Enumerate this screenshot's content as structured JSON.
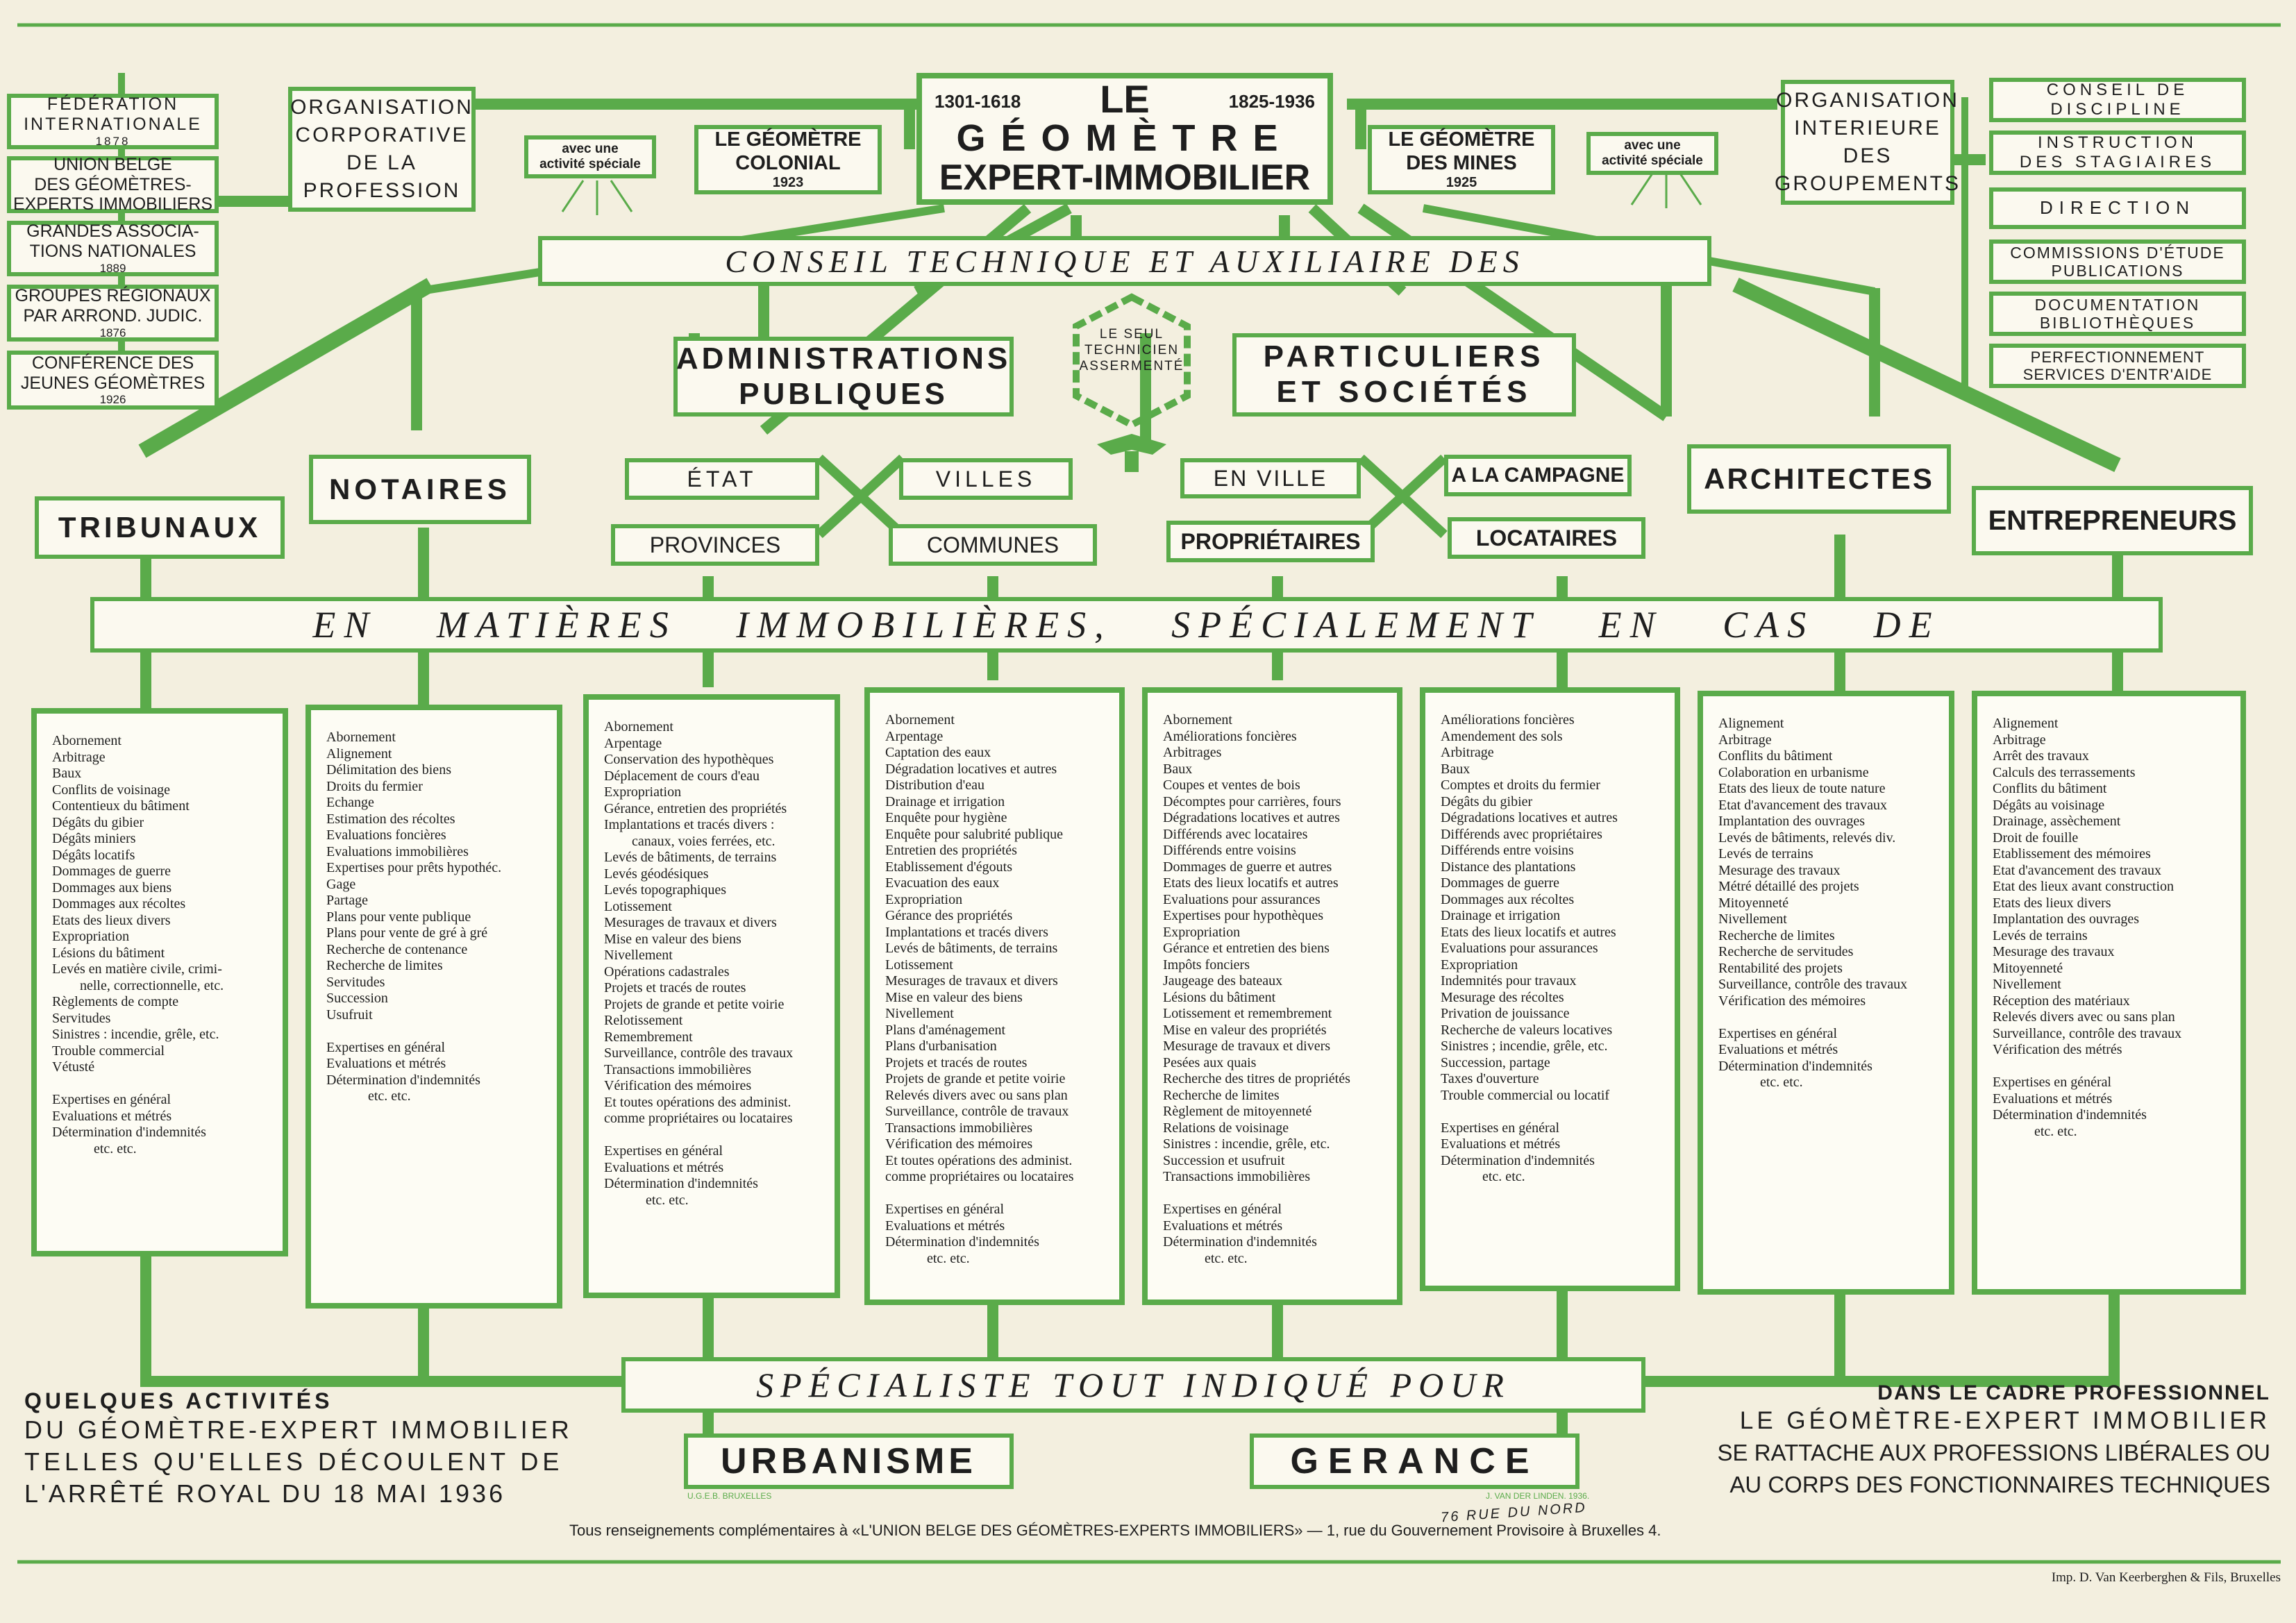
{
  "header": {
    "date_left": "1301-1618",
    "date_right": "1825-1936",
    "title_1": "LE",
    "title_2": "GÉOMÈTRE",
    "title_3": "EXPERT-IMMOBILIER"
  },
  "colonial": {
    "line1": "LE GÉOMÈTRE",
    "line2": "COLONIAL",
    "year": "1923"
  },
  "mines": {
    "line1": "LE GÉOMÈTRE",
    "line2": "DES MINES",
    "year": "1925"
  },
  "activite": {
    "line1": "avec une",
    "line2": "activité spéciale"
  },
  "left_org": [
    "ORGANISATION",
    "CORPORATIVE",
    "DE LA",
    "PROFESSION"
  ],
  "right_org": [
    "ORGANISATION",
    "INTERIEURE",
    "DES",
    "GROUPEMENTS"
  ],
  "left_boxes": [
    {
      "l1": "FÉDÉRATION",
      "l2": "INTERNATIONALE",
      "year": "1878"
    },
    {
      "l1": "UNION BELGE",
      "l2": "DES GÉOMÈTRES-",
      "l3": "EXPERTS IMMOBILIERS"
    },
    {
      "l1": "GRANDES ASSOCIA-",
      "l2": "TIONS NATIONALES",
      "year": "1889"
    },
    {
      "l1": "GROUPES RÉGIONAUX",
      "l2": "PAR ARROND. JUDIC.",
      "year": "1876"
    },
    {
      "l1": "CONFÉRENCE DES",
      "l2": "JEUNES GÉOMÈTRES",
      "year": "1926"
    }
  ],
  "right_boxes": [
    {
      "l1": "CONSEIL DE",
      "l2": "DISCIPLINE"
    },
    {
      "l1": "INSTRUCTION",
      "l2": "DES STAGIAIRES"
    },
    {
      "l1": "DIRECTION"
    },
    {
      "l1": "COMMISSIONS D'ÉTUDE",
      "l2": "PUBLICATIONS"
    },
    {
      "l1": "DOCUMENTATION",
      "l2": "BIBLIOTHÈQUES"
    },
    {
      "l1": "PERFECTIONNEMENT",
      "l2": "SERVICES D'ENTR'AIDE"
    }
  ],
  "conseil": "CONSEIL TECHNIQUE ET AUXILIAIRE DES",
  "emblem": {
    "l1": "LE SEUL",
    "l2": "TECHNICIEN",
    "l3": "ASSERMENTÉ"
  },
  "admin": {
    "l1": "ADMINISTRATIONS",
    "l2": "PUBLIQUES"
  },
  "partic": {
    "l1": "PARTICULIERS",
    "l2": "ET SOCIÉTÉS"
  },
  "etat": "ÉTAT",
  "villes": "VILLES",
  "provinces": "PROVINCES",
  "communes": "COMMUNES",
  "en_ville": "EN VILLE",
  "campagne": "A LA CAMPAGNE",
  "proprietaires": "PROPRIÉTAIRES",
  "locataires": "LOCATAIRES",
  "categories": {
    "tribunaux": "TRIBUNAUX",
    "notaires": "NOTAIRES",
    "architectes": "ARCHITECTES",
    "entrepreneurs": "ENTREPRENEURS"
  },
  "matieres": "EN MATIÈRES IMMOBILIÈRES, SPÉCIALEMENT EN CAS DE",
  "columns": [
    [
      "Abornement",
      "Arbitrage",
      "Baux",
      "Conflits de voisinage",
      "Contentieux du bâtiment",
      "Dégâts du gibier",
      "Dégâts miniers",
      "Dégâts locatifs",
      "Dommages de guerre",
      "Dommages aux biens",
      "Dommages aux récoltes",
      "Etats des lieux divers",
      "Expropriation",
      "Lésions du bâtiment",
      "Levés en matière civile, crimi-",
      "nelle, correctionnelle, etc.",
      "Règlements de compte",
      "Servitudes",
      "Sinistres : incendie, grêle, etc.",
      "Trouble commercial",
      "Vétusté",
      "",
      "Expertises en général",
      "Evaluations et métrés",
      "Détermination d'indemnités",
      "etc.   etc."
    ],
    [
      "Abornement",
      "Alignement",
      "Délimitation des biens",
      "Droits du fermier",
      "Echange",
      "Estimation des récoltes",
      "Evaluations foncières",
      "Evaluations immobilières",
      "Expertises pour prêts hypothéc.",
      "Gage",
      "Partage",
      "Plans pour vente publique",
      "Plans pour vente de gré à gré",
      "Recherche de contenance",
      "Recherche de limites",
      "Servitudes",
      "Succession",
      "Usufruit",
      "",
      "Expertises en général",
      "Evaluations et métrés",
      "Détermination d'indemnités",
      "etc.   etc."
    ],
    [
      "Abornement",
      "Arpentage",
      "Conservation des hypothèques",
      "Déplacement de cours d'eau",
      "Expropriation",
      "Gérance, entretien des propriétés",
      "Implantations et tracés divers :",
      "canaux, voies ferrées, etc.",
      "Levés de bâtiments, de terrains",
      "Levés géodésiques",
      "Levés topographiques",
      "Lotissement",
      "Mesurages de travaux et divers",
      "Mise en valeur des biens",
      "Nivellement",
      "Opérations cadastrales",
      "Projets et tracés de routes",
      "Projets de grande et petite voirie",
      "Relotissement",
      "Remembrement",
      "Surveillance, contrôle des travaux",
      "Transactions immobilières",
      "Vérification des mémoires",
      "Et toutes opérations des administ.",
      "comme propriétaires ou locataires",
      "",
      "Expertises en général",
      "Evaluations et métrés",
      "Détermination d'indemnités",
      "etc.   etc."
    ],
    [
      "Abornement",
      "Arpentage",
      "Captation des eaux",
      "Dégradation locatives et autres",
      "Distribution d'eau",
      "Drainage et irrigation",
      "Enquête pour hygiène",
      "Enquête pour salubrité publique",
      "Entretien des propriétés",
      "Etablissement d'égouts",
      "Evacuation des eaux",
      "Expropriation",
      "Gérance des propriétés",
      "Implantations et tracés divers",
      "Levés de bâtiments, de terrains",
      "Lotissement",
      "Mesurages de travaux et divers",
      "Mise en valeur des biens",
      "Nivellement",
      "Plans d'aménagement",
      "Plans d'urbanisation",
      "Projets et tracés de routes",
      "Projets de grande et petite voirie",
      "Relevés divers avec ou sans plan",
      "Surveillance, contrôle de travaux",
      "Transactions immobilières",
      "Vérification des mémoires",
      "Et toutes opérations des administ.",
      "comme propriétaires ou locataires",
      "",
      "Expertises en général",
      "Evaluations et métrés",
      "Détermination d'indemnités",
      "etc.   etc."
    ],
    [
      "Abornement",
      "Améliorations foncières",
      "Arbitrages",
      "Baux",
      "Coupes et ventes de bois",
      "Décomptes pour carrières, fours",
      "Dégradations locatives et autres",
      "Différends avec locataires",
      "Différends entre voisins",
      "Dommages de guerre et autres",
      "Etats des lieux locatifs et autres",
      "Evaluations pour assurances",
      "Expertises pour hypothèques",
      "Expropriation",
      "Gérance et entretien des biens",
      "Impôts fonciers",
      "Jaugeage des bateaux",
      "Lésions du bâtiment",
      "Lotissement et remembrement",
      "Mise en valeur des propriétés",
      "Mesurage de travaux et divers",
      "Pesées aux quais",
      "Recherche des titres de propriétés",
      "Recherche de limites",
      "Règlement de mitoyenneté",
      "Relations de voisinage",
      "Sinistres : incendie, grêle, etc.",
      "Succession et usufruit",
      "Transactions immobilières",
      "",
      "Expertises en général",
      "Evaluations et métrés",
      "Détermination d'indemnités",
      "etc.   etc."
    ],
    [
      "Améliorations foncières",
      "Amendement des sols",
      "Arbitrage",
      "Baux",
      "Comptes et droits du fermier",
      "Dégâts du gibier",
      "Dégradations locatives et autres",
      "Différends avec propriétaires",
      "Différends entre voisins",
      "Distance des plantations",
      "Dommages de guerre",
      "Dommages aux récoltes",
      "Drainage et irrigation",
      "Etats des lieux locatifs et autres",
      "Evaluations pour assurances",
      "Expropriation",
      "Indemnités pour travaux",
      "Mesurage des récoltes",
      "Privation de jouissance",
      "Recherche de valeurs locatives",
      "Sinistres ; incendie, grêle, etc.",
      "Succession, partage",
      "Taxes d'ouverture",
      "Trouble commercial ou locatif",
      "",
      "Expertises en général",
      "Evaluations et métrés",
      "Détermination d'indemnités",
      "etc.   etc."
    ],
    [
      "Alignement",
      "Arbitrage",
      "Conflits du bâtiment",
      "Colaboration en urbanisme",
      "Etats des lieux de toute nature",
      "Etat d'avancement des travaux",
      "Implantation des ouvrages",
      "Levés de bâtiments, relevés div.",
      "Levés de terrains",
      "Mesurage des travaux",
      "Métré détaillé des projets",
      "Mitoyenneté",
      "Nivellement",
      "Recherche de limites",
      "Recherche de servitudes",
      "Rentabilité des projets",
      "Surveillance, contrôle des travaux",
      "Vérification des mémoires",
      "",
      "Expertises en général",
      "Evaluations et métrés",
      "Détermination d'indemnités",
      "etc.   etc."
    ],
    [
      "Alignement",
      "Arbitrage",
      "Arrêt des travaux",
      "Calculs des terrassements",
      "Conflits du bâtiment",
      "Dégâts au voisinage",
      "Drainage, assèchement",
      "Droit de fouille",
      "Etablissement des mémoires",
      "Etat d'avancement des travaux",
      "Etat des lieux avant construction",
      "Etats des lieux divers",
      "Implantation des ouvrages",
      "Levés de terrains",
      "Mesurage des travaux",
      "Mitoyenneté",
      "Nivellement",
      "Réception des matériaux",
      "Relevés divers avec ou sans plan",
      "Surveillance, contrôle des travaux",
      "Vérification des métrés",
      "",
      "Expertises en général",
      "Evaluations et métrés",
      "Détermination d'indemnités",
      "etc.   etc."
    ]
  ],
  "specialiste": "SPÉCIALISTE TOUT INDIQUÉ POUR",
  "urbanisme": "URBANISME",
  "gerance": "GERANCE",
  "stamp_left": "U.G.E.B. BRUXELLES",
  "stamp_right": "J. VAN DER LINDEN. 1936.",
  "bottom_left": {
    "title": "QUELQUES ACTIVITÉS",
    "l1": "DU GÉOMÈTRE-EXPERT IMMOBILIER",
    "l2": "TELLES QU'ELLES DÉCOULENT DE",
    "l3": "L'ARRÊTÉ ROYAL DU 18 MAI 1936"
  },
  "bottom_right": {
    "title": "DANS LE CADRE PROFESSIONNEL",
    "l1": "LE GÉOMÈTRE-EXPERT IMMOBILIER",
    "l2": "SE RATTACHE AUX PROFESSIONS LIBÉRALES OU",
    "l3": "AU CORPS DES FONCTIONNAIRES TECHNIQUES"
  },
  "footer": {
    "text": "Tous renseignements complémentaires à «L'UNION BELGE DES GÉOMÈTRES-EXPERTS IMMOBILIERS» — 1, rue du Gouvernement Provisoire à Bruxelles 4.",
    "handwritten": "76 RUE DU NORD",
    "printer": "Imp. D. Van Keerberghen & Fils, Bruxelles"
  }
}
